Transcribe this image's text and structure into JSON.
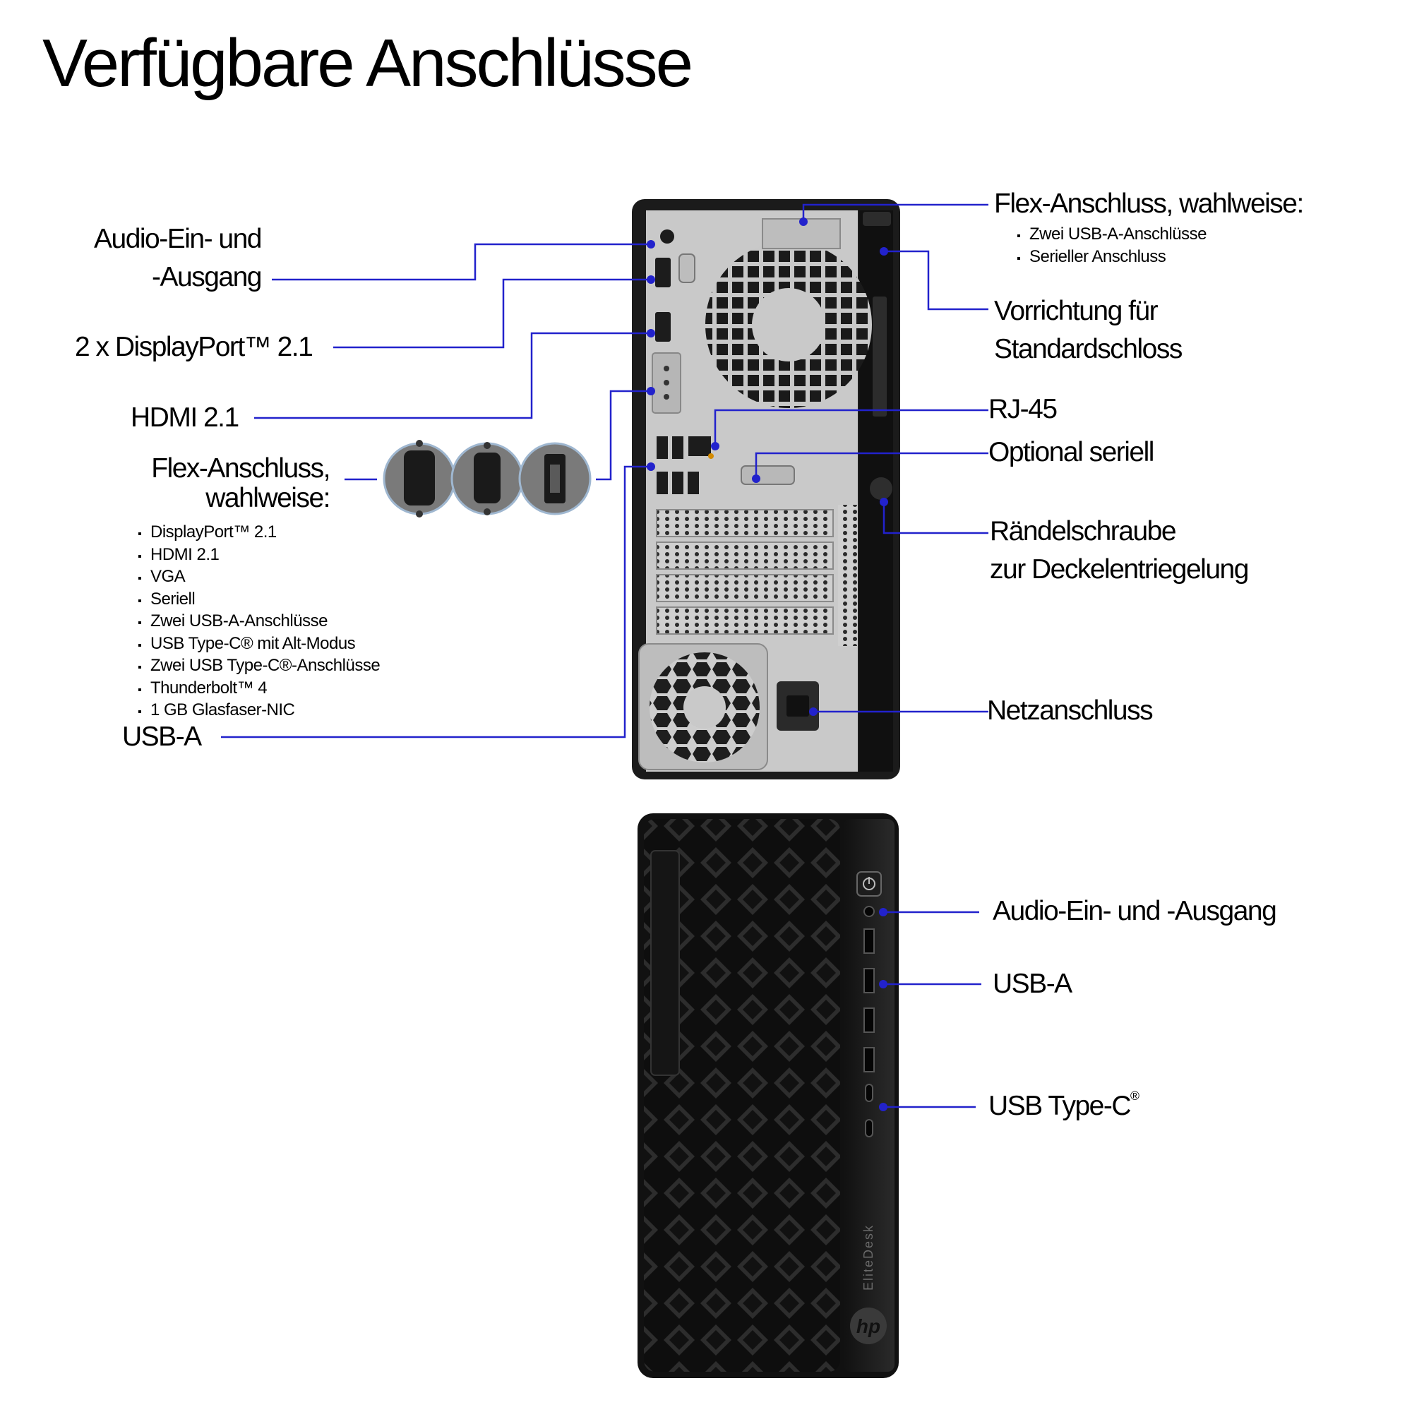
{
  "title": "Verfügbare Anschlüsse",
  "labels": {
    "audio_rear_l1": "Audio-Ein- und",
    "audio_rear_l2": "-Ausgang",
    "displayport": "2 x DisplayPort™ 2.1",
    "hdmi": "HDMI 2.1",
    "flex_left_l1": "Flex-Anschluss,",
    "flex_left_l2": "wahlweise:",
    "usb_a_rear": "USB-A",
    "flex_right": "Flex-Anschluss, wahlweise:",
    "lock_l1": "Vorrichtung für",
    "lock_l2": "Standardschloss",
    "rj45": "RJ-45",
    "serial_optional": "Optional seriell",
    "thumbscrew_l1": "Rändelschraube",
    "thumbscrew_l2": "zur Deckelentriegelung",
    "power": "Netzanschluss",
    "audio_front": "Audio-Ein- und -Ausgang",
    "usb_a_front": "USB-A",
    "usb_c_front": "USB Type-C",
    "usb_c_mark": "®"
  },
  "flex_left_options": [
    "DisplayPort™ 2.1",
    "HDMI 2.1",
    "VGA",
    "Seriell",
    "Zwei USB-A-Anschlüsse",
    "USB Type-C® mit Alt-Modus",
    "Zwei USB Type-C®-Anschlüsse",
    "Thunderbolt™ 4",
    "1 GB Glasfaser-NIC"
  ],
  "flex_right_options": [
    "Zwei USB-A-Anschlüsse",
    "Serieller Anschluss"
  ],
  "device": {
    "brand_vertical": "EliteDesk",
    "logo": "hp"
  },
  "colors": {
    "leader_line": "#2222cc",
    "chassis": "#1b1b1b",
    "rear_panel": "#c9c9c9"
  },
  "icons": [
    "vga-port-icon",
    "serial-port-icon",
    "hdmi-port-icon",
    "power-button-icon",
    "hp-logo-icon"
  ]
}
